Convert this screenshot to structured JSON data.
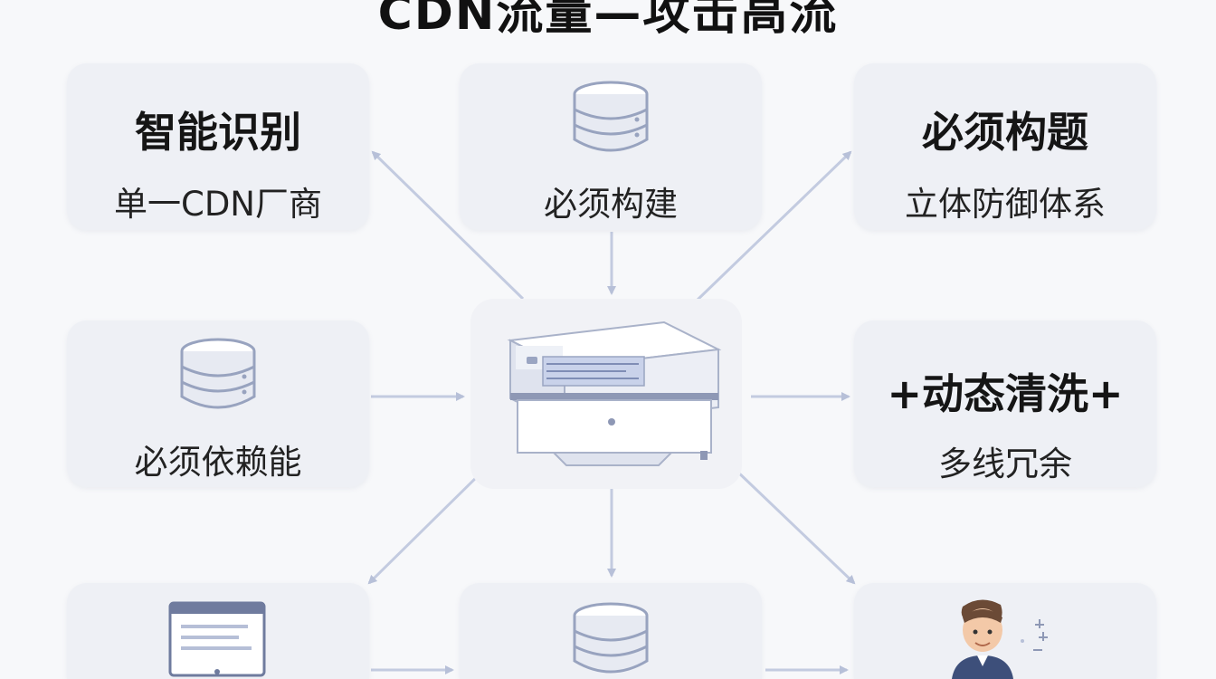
{
  "title": "CDN流量—攻击高流",
  "cards": {
    "top_left": {
      "title": "智能识别",
      "subtitle": "单一CDN厂商"
    },
    "top_center": {
      "subtitle": "必须构建",
      "icon": "database-icon"
    },
    "top_right": {
      "title": "必须构题",
      "subtitle": "立体防御体系"
    },
    "mid_left": {
      "subtitle": "必须依赖能",
      "icon": "database-icon"
    },
    "mid_right": {
      "title": "+动态清洗+",
      "subtitle": "多线冗余"
    },
    "bottom_left": {
      "icon": "browser-window-icon"
    },
    "bottom_center": {
      "icon": "database-icon"
    },
    "bottom_right": {
      "icon": "user-avatar-icon"
    }
  },
  "center": {
    "icon": "server-appliance-icon"
  },
  "colors": {
    "background": "#f7f8fa",
    "card": "#eef0f5",
    "arrow": "#b7c0d8"
  }
}
